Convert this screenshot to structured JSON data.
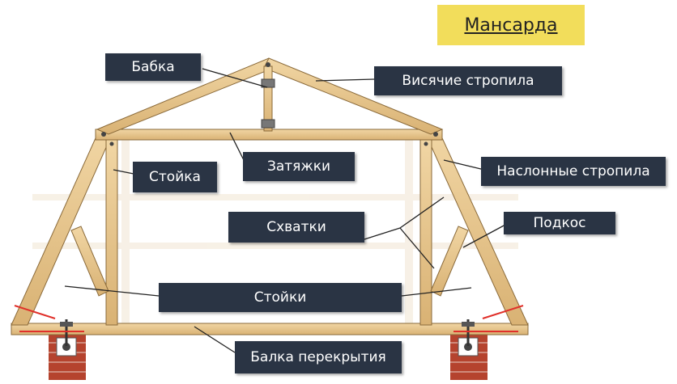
{
  "title": "Мансарда",
  "labels": {
    "babka": "Бабка",
    "visyachie": "Висячие стропила",
    "zatyazhki": "Затяжки",
    "stoyka": "Стойка",
    "naslonnye": "Наслонные стропила",
    "skhvatki": "Схватки",
    "podkos": "Подкос",
    "stoyki": "Стойки",
    "balka": "Балка перекрытия"
  },
  "colors": {
    "wood": "#e6c38a",
    "wood_edge": "#8a6a3a",
    "label_bg": "#2a3444",
    "title_bg": "#f2dd5b",
    "brick": "#b5432e",
    "red_line": "#e0302a"
  }
}
